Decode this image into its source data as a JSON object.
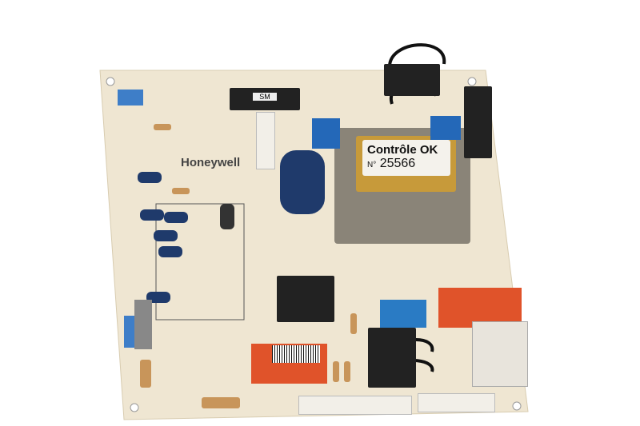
{
  "board": {
    "brand": "Honeywell",
    "label_title": "Contrôle OK",
    "label_number_prefix": "N°",
    "label_number": "25566",
    "ic_marking": "SM"
  },
  "colors": {
    "board": "#efe6d2",
    "transformer": "#8a8478",
    "relay": "#e0532a",
    "cap_blue": "#1f3a6b"
  }
}
